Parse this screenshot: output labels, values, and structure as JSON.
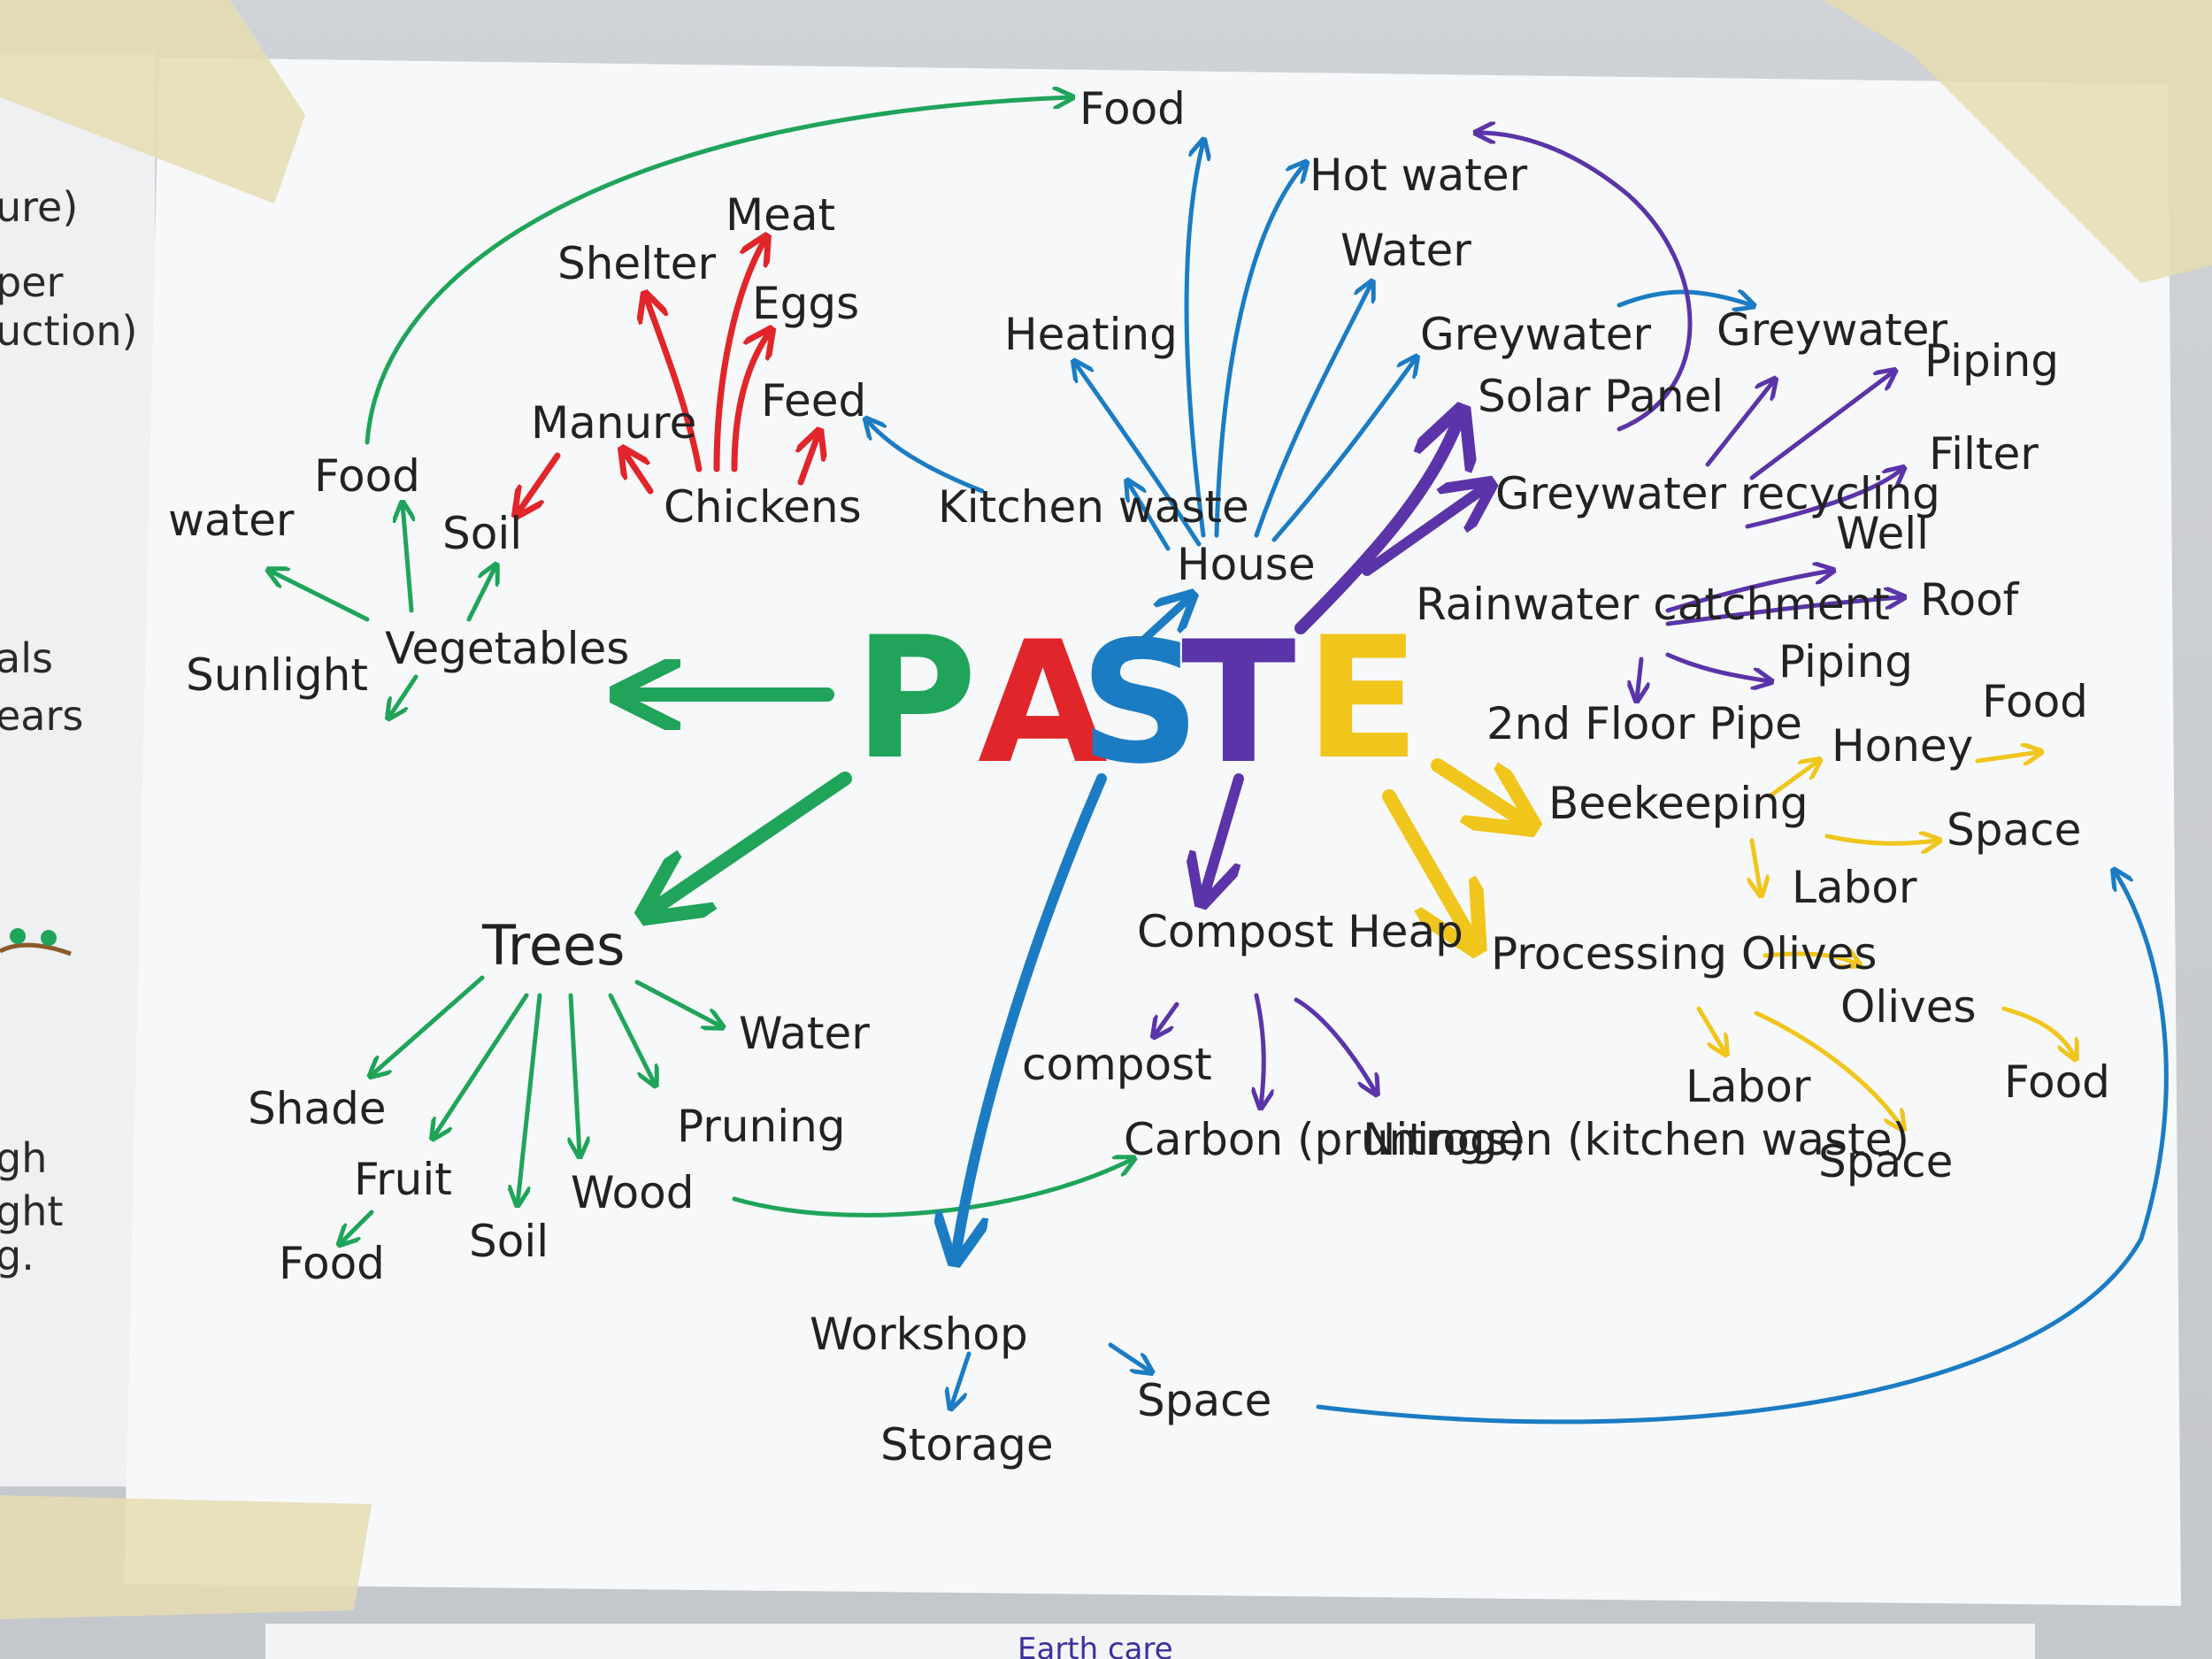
{
  "colors": {
    "green": "#1fa45a",
    "red": "#e0262b",
    "blue": "#1b7cc4",
    "purple": "#5a34a8",
    "yellow": "#f0c51c",
    "ink": "#222222",
    "tape": "#e6dcb2",
    "paper": "#f7f8f9"
  },
  "title": {
    "letters": [
      {
        "char": "P",
        "color": "green"
      },
      {
        "char": "A",
        "color": "red"
      },
      {
        "char": "S",
        "color": "blue"
      },
      {
        "char": "T",
        "color": "purple"
      },
      {
        "char": "E",
        "color": "yellow"
      }
    ]
  },
  "nodes": {
    "food_top": "Food",
    "hot_water": "Hot water",
    "water_house": "Water",
    "heating": "Heating",
    "greywater_a": "Greywater",
    "greywater_b": "Greywater",
    "piping_a": "Piping",
    "solar_panel": "Solar Panel",
    "filter": "Filter",
    "greywater_recycling": "Greywater recycling",
    "well": "Well",
    "roof": "Roof",
    "rainwater": "Rainwater catchment",
    "piping_b": "Piping",
    "floor_pipe": "2nd Floor Pipe",
    "house": "House",
    "kitchen_waste": "Kitchen waste",
    "meat": "Meat",
    "shelter": "Shelter",
    "eggs": "Eggs",
    "feed": "Feed",
    "manure": "Manure",
    "chickens": "Chickens",
    "food_veg": "Food",
    "water_veg": "water",
    "soil_veg": "Soil",
    "sunlight": "Sunlight",
    "vegetables": "Vegetables",
    "trees": "Trees",
    "water_trees": "Water",
    "shade": "Shade",
    "pruning": "Pruning",
    "fruit": "Fruit",
    "wood": "Wood",
    "food_fruit": "Food",
    "soil_trees": "Soil",
    "compost_heap": "Compost Heap",
    "compost": "compost",
    "carbon": "Carbon (prunings)",
    "nitrogen": "Nitrogen (kitchen waste)",
    "workshop": "Workshop",
    "storage": "Storage",
    "space_ws": "Space",
    "beekeeping": "Beekeeping",
    "honey": "Honey",
    "food_honey": "Food",
    "space_bee": "Space",
    "labor_bee": "Labor",
    "processing_olives": "Processing Olives",
    "olives": "Olives",
    "food_olives": "Food",
    "labor_olives": "Labor",
    "space_olives": "Space"
  },
  "left_sheet_fragments": [
    "ure)",
    "per",
    "uction)",
    "als",
    "ears",
    "gh",
    "ght",
    "g."
  ],
  "footer_scribble": "Earth care"
}
